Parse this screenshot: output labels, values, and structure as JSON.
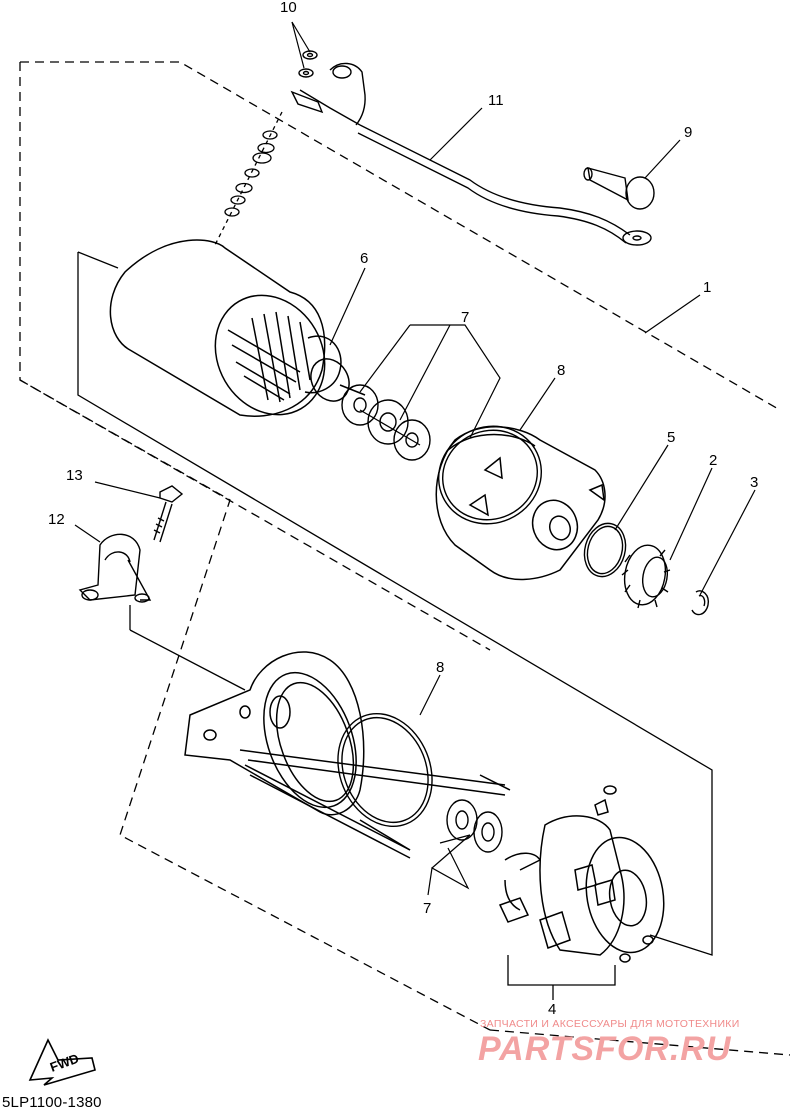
{
  "diagram": {
    "callouts": [
      {
        "id": "c10",
        "text": "10"
      },
      {
        "id": "c11",
        "text": "11"
      },
      {
        "id": "c9",
        "text": "9"
      },
      {
        "id": "c6",
        "text": "6"
      },
      {
        "id": "c1",
        "text": "1"
      },
      {
        "id": "c7a",
        "text": "7"
      },
      {
        "id": "c8a",
        "text": "8"
      },
      {
        "id": "c5",
        "text": "5"
      },
      {
        "id": "c2",
        "text": "2"
      },
      {
        "id": "c3",
        "text": "3"
      },
      {
        "id": "c13",
        "text": "13"
      },
      {
        "id": "c12",
        "text": "12"
      },
      {
        "id": "c8b",
        "text": "8"
      },
      {
        "id": "c7b",
        "text": "7"
      },
      {
        "id": "c4",
        "text": "4"
      }
    ],
    "fwd_label": "FWD",
    "diagram_code": "5LP1100-1380"
  },
  "watermark": {
    "tagline": "ЗАПЧАСТИ И АКСЕССУАРЫ ДЛЯ МОТОТЕХНИКИ",
    "brand": "PARTSFOR.RU"
  }
}
